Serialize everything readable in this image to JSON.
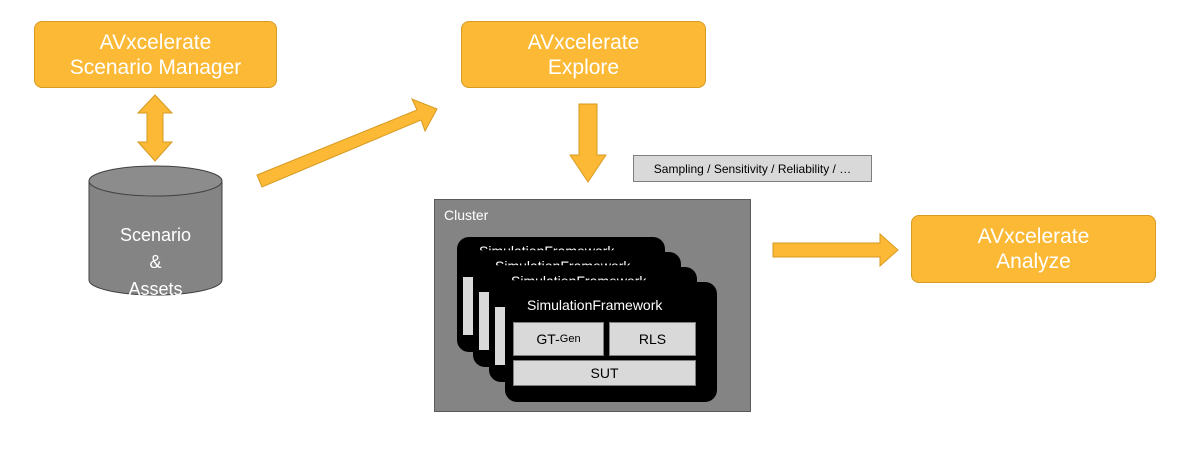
{
  "scenario_manager": {
    "line1": "AVxcelerate",
    "line2": "Scenario Manager"
  },
  "explore": {
    "line1": "AVxcelerate",
    "line2": "Explore"
  },
  "analyze": {
    "line1": "AVxcelerate",
    "line2": "Analyze"
  },
  "database": {
    "line1": "Scenario",
    "line2": "&",
    "line3": "Assets"
  },
  "sampling_label": "Sampling / Sensitivity / Reliability / …",
  "cluster": {
    "label": "Cluster",
    "framework_title": "SimulationFramework",
    "gt_gen_main": "GT-",
    "gt_gen_sub": "Gen",
    "rls": "RLS",
    "sut": "SUT"
  },
  "colors": {
    "orange": "#fbb935",
    "cluster_gray": "#848484",
    "light_gray": "#d9d9d9"
  }
}
